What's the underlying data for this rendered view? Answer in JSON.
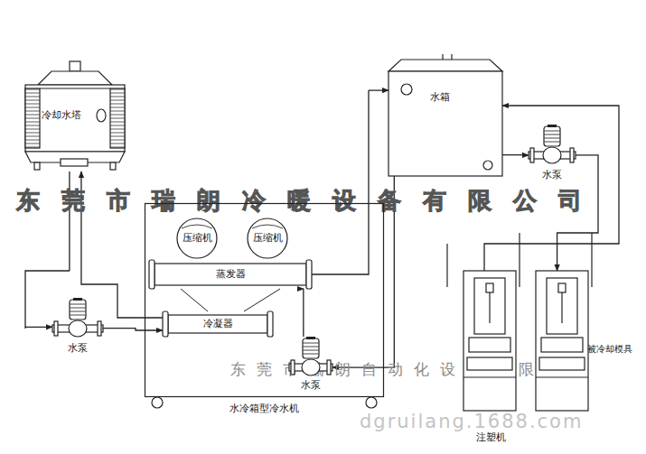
{
  "diagram": {
    "nodes": [
      {
        "text": [
          "冷却水塔"
        ]
      },
      {
        "text": [
          "水箱"
        ]
      },
      {
        "text": [
          "水泵"
        ]
      },
      {
        "text": [
          "水冷箱型冷水机"
        ]
      },
      {
        "text": [
          "压缩机"
        ],
        "in": 3
      },
      {
        "text": [
          "压缩机"
        ],
        "in": 3
      },
      {
        "text": [
          "蒸发器"
        ],
        "in": 3
      },
      {
        "text": [
          "冷凝器"
        ],
        "in": 3
      },
      {
        "text": [
          "水泵"
        ],
        "in": 3
      },
      {
        "text": [
          "水泵"
        ]
      },
      {
        "text": [
          "注塑机"
        ]
      }
    ],
    "edges": [
      {
        "from": 0,
        "to": 9,
        "arrow": "to"
      },
      {
        "from": 9,
        "to": 7,
        "arrow": "to"
      },
      {
        "from": 7,
        "to": 0,
        "arrow": "to"
      },
      {
        "from": 6,
        "to": 1,
        "arrow": "to"
      },
      {
        "from": 1,
        "to": 2,
        "arrow": "to"
      },
      {
        "from": 2,
        "to": 10,
        "arrow": "to"
      },
      {
        "from": 10,
        "to": 1,
        "arrow": "to"
      },
      {
        "from": 1,
        "to": 8,
        "arrow": "to"
      },
      {
        "from": 8,
        "to": 6,
        "arrow": "to"
      }
    ],
    "labels": [
      "东莞市瑞朗冷暖设备有限公司",
      "被冷却模具",
      "东莞市瑞朗自动化设备有限公司",
      "dgruilang.1688.com"
    ]
  }
}
